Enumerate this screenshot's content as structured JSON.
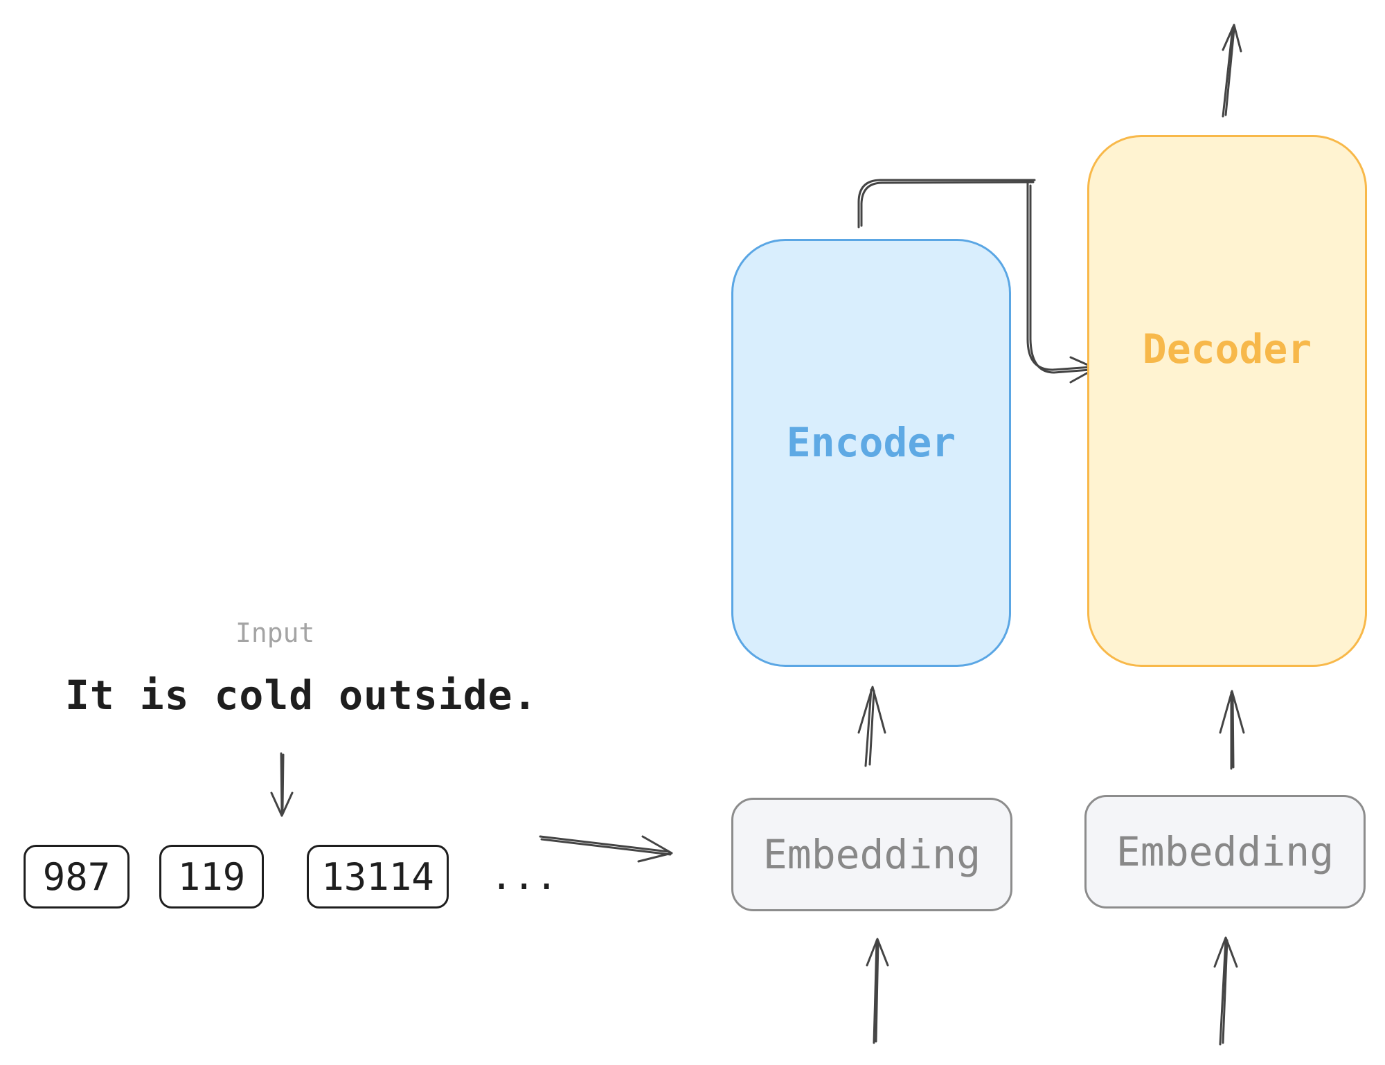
{
  "input": {
    "label": "Input",
    "sentence": "It is cold outside."
  },
  "tokens": {
    "ids": [
      "987",
      "119",
      "13114"
    ],
    "ellipsis": "..."
  },
  "encoder": {
    "label": "Encoder"
  },
  "decoder": {
    "label": "Decoder"
  },
  "embeddings": {
    "encoder_label": "Embedding",
    "decoder_label": "Embedding"
  },
  "colors": {
    "ink": "#1e1e1e",
    "muted_text": "#a4a4a4",
    "encoder_fill": "#d9eefd",
    "encoder_stroke": "#5aa6e4",
    "encoder_text": "#5ea9e4",
    "decoder_fill": "#fff3d1",
    "decoder_stroke": "#f8b849",
    "decoder_text": "#f7b84a",
    "embedding_fill": "#f4f5f8",
    "embedding_stroke": "#8c8c8c",
    "embedding_text": "#888888",
    "arrow": "#444444"
  }
}
